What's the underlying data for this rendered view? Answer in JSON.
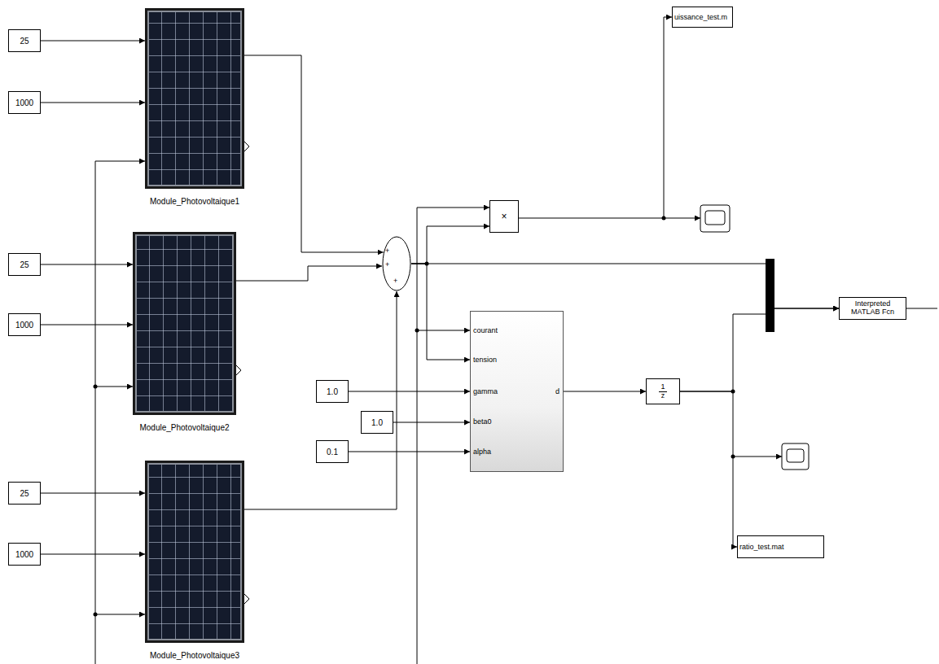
{
  "diagram": {
    "nodes": [
      {
        "text": [
          "25"
        ]
      },
      {
        "text": [
          "1000"
        ]
      },
      {
        "text": [
          "Module_Photovoltaique1"
        ]
      },
      {
        "text": [
          "25"
        ]
      },
      {
        "text": [
          "1000"
        ]
      },
      {
        "text": [
          "Module_Photovoltaique2"
        ]
      },
      {
        "text": [
          "25"
        ]
      },
      {
        "text": [
          "1000"
        ]
      },
      {
        "text": [
          "Module_Photovoltaique3"
        ]
      },
      {
        "text": [
          "+",
          "+",
          "+"
        ]
      },
      {
        "text": [
          "×"
        ]
      },
      {
        "text": [
          "uissance_test.m"
        ]
      },
      {
        "text": [
          "Interpreted MATLAB Fcn"
        ]
      },
      {
        "text": [
          "courant",
          "tension",
          "gamma",
          "beta0",
          "alpha",
          "d"
        ]
      },
      {
        "text": [
          "1.0"
        ]
      },
      {
        "text": [
          "1.0"
        ]
      },
      {
        "text": [
          "0.1"
        ]
      },
      {
        "text": [
          "1",
          "z"
        ]
      },
      {
        "text": [
          "ratio_test.mat"
        ]
      }
    ],
    "edges": [
      {
        "from": 0,
        "to": 2,
        "arrow": "to"
      },
      {
        "from": 1,
        "to": 2,
        "arrow": "to"
      },
      {
        "from": 3,
        "to": 5,
        "arrow": "to"
      },
      {
        "from": 4,
        "to": 5,
        "arrow": "to"
      },
      {
        "from": 6,
        "to": 8,
        "arrow": "to"
      },
      {
        "from": 7,
        "to": 8,
        "arrow": "to"
      },
      {
        "from": 2,
        "to": 9,
        "arrow": "to"
      },
      {
        "from": 5,
        "to": 9,
        "arrow": "to"
      },
      {
        "from": 8,
        "to": 9,
        "arrow": "to"
      },
      {
        "from": 9,
        "to": 10,
        "arrow": "to"
      },
      {
        "from": 9,
        "to": 13,
        "arrow": "to"
      },
      {
        "from": 10,
        "to": 11,
        "arrow": "to"
      },
      {
        "from": 14,
        "to": 13,
        "arrow": "to"
      },
      {
        "from": 15,
        "to": 13,
        "arrow": "to"
      },
      {
        "from": 16,
        "to": 13,
        "arrow": "to"
      },
      {
        "from": 13,
        "to": 17,
        "arrow": "to"
      },
      {
        "from": 9,
        "to": 12,
        "arrow": "to"
      },
      {
        "from": 17,
        "to": 12,
        "arrow": "to"
      },
      {
        "from": 17,
        "to": 18,
        "arrow": "to"
      }
    ]
  }
}
